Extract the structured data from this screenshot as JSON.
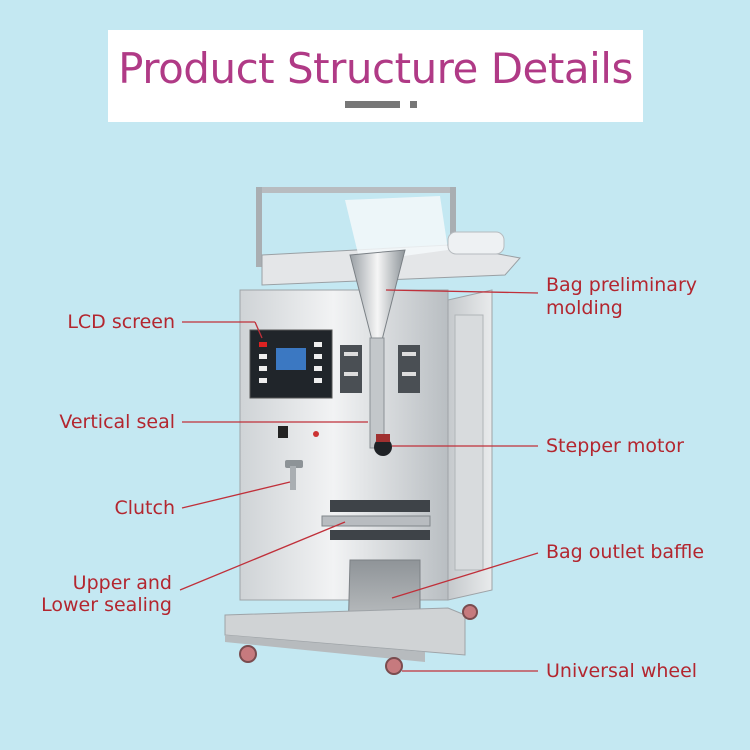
{
  "header": {
    "title": "Product Structure Details"
  },
  "labels": {
    "lcd_screen": "LCD screen",
    "vertical_seal": "Vertical seal",
    "clutch": "Clutch",
    "upper_lower_line1": "Upper and",
    "upper_lower_line2": "Lower sealing",
    "bag_molding_line1": "Bag preliminary",
    "bag_molding_line2": "molding",
    "stepper_motor": "Stepper motor",
    "bag_outlet_baffle": "Bag outlet baffle",
    "universal_wheel": "Universal wheel"
  },
  "colors": {
    "title": "#b03a86",
    "label": "#b3262f",
    "leader_line": "#c0303a",
    "background": "#c4e8f2"
  }
}
